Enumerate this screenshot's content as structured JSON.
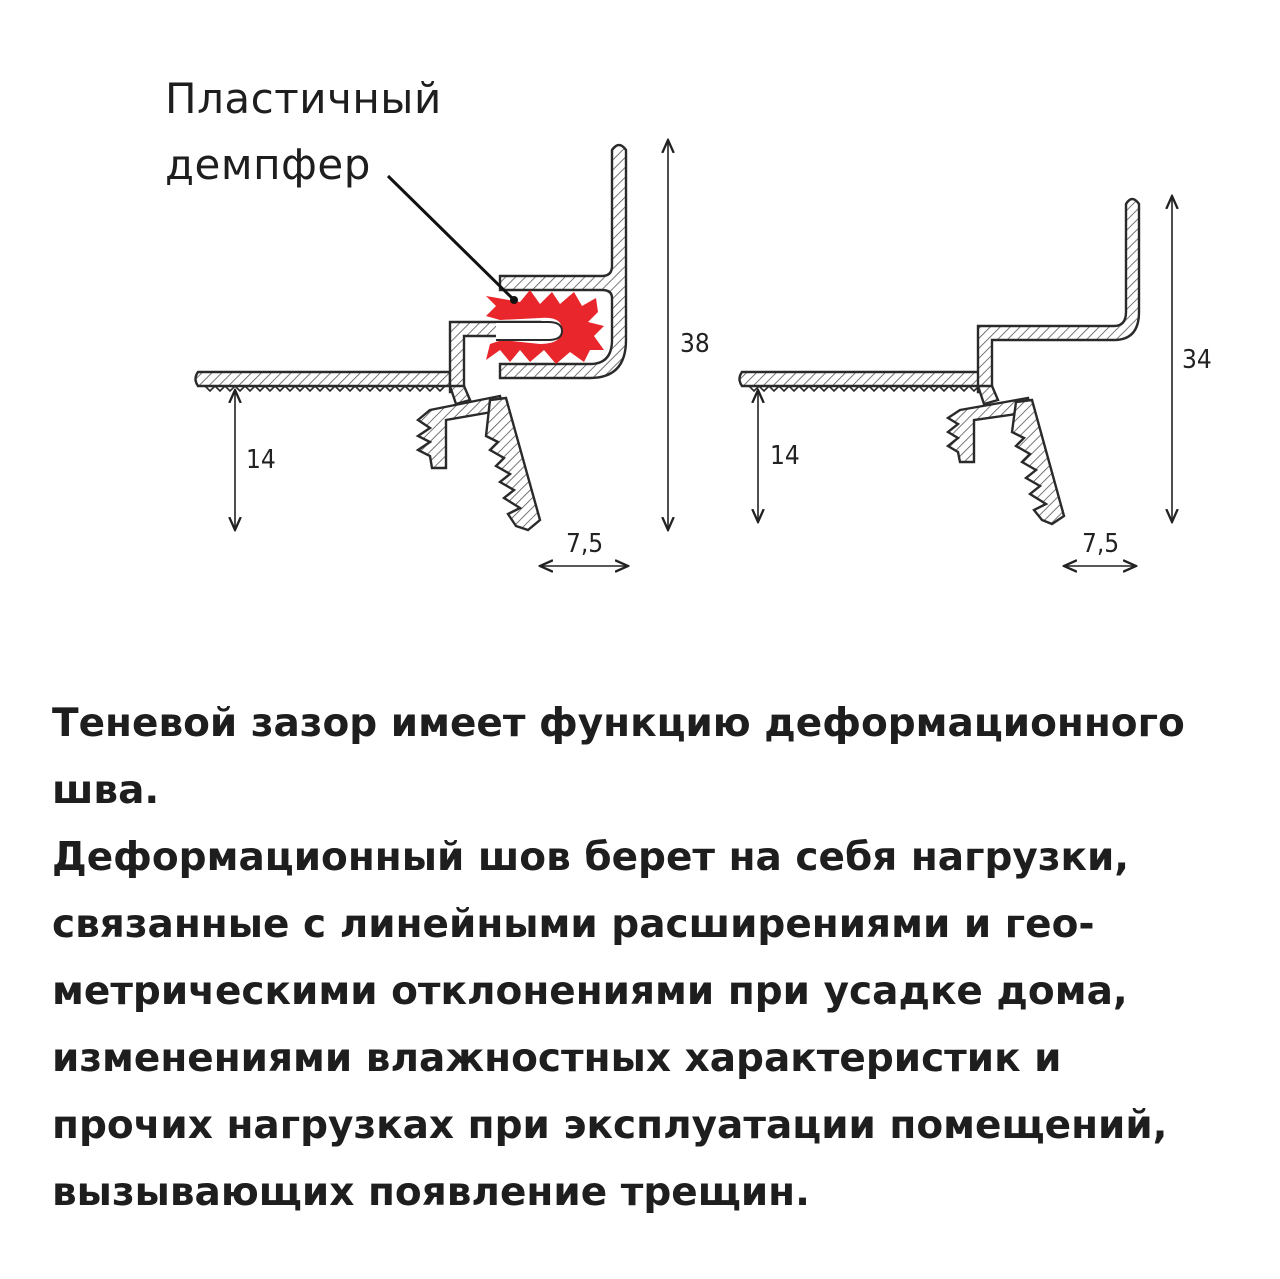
{
  "callout": {
    "line1": "Пластичный",
    "line2": "демпфер"
  },
  "dimensions": {
    "left_profile": {
      "height_total": "38",
      "height_lower": "14",
      "width_bottom": "7,5"
    },
    "right_profile": {
      "height_total": "34",
      "height_lower": "14",
      "width_bottom": "7,5"
    }
  },
  "description": {
    "lines": [
      "Теневой зазор имеет функцию деформационного",
      "шва.",
      "Деформационный шов берет на себя нагрузки,",
      "связанные с линейными расширениями и гео-",
      "метрическими отклонениями при усадке дома,",
      "изменениями влажностных характеристик и",
      "прочих нагрузках при эксплуатации помещений,",
      "вызывающих появление трещин."
    ]
  },
  "colors": {
    "damper": "#e8262b",
    "line": "#2a2a2a",
    "text": "#1e1e1e"
  }
}
